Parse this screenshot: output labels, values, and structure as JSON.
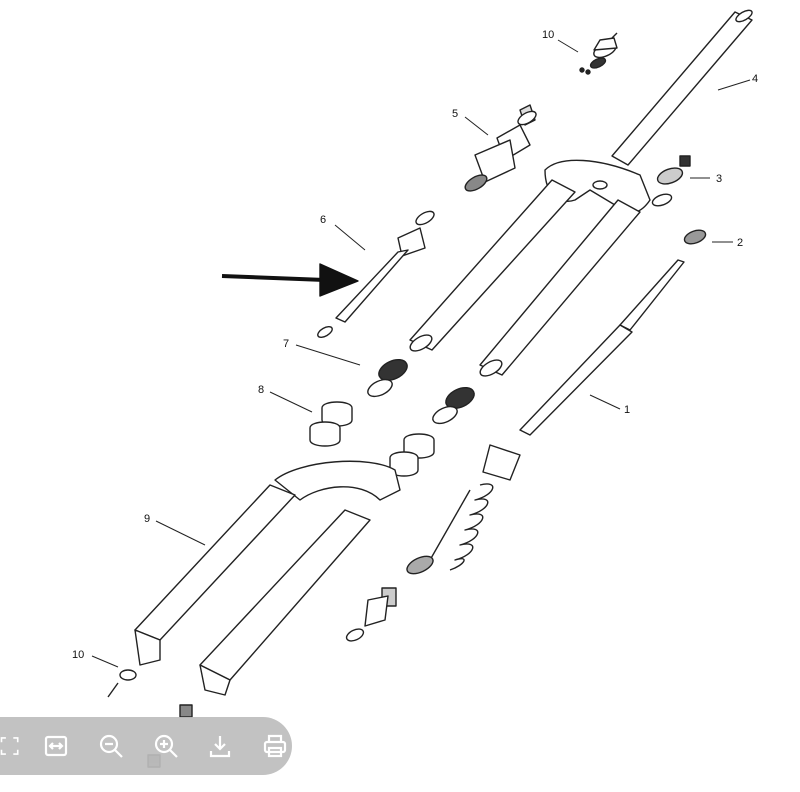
{
  "diagram": {
    "callouts": [
      "1",
      "2",
      "3",
      "4",
      "5",
      "6",
      "7",
      "8",
      "9",
      "10",
      "10"
    ]
  },
  "toolbar": {
    "buttons": [
      {
        "icon": "fit-screen-icon"
      },
      {
        "icon": "fit-width-icon"
      },
      {
        "icon": "zoom-out-icon"
      },
      {
        "icon": "zoom-in-icon"
      },
      {
        "icon": "download-icon"
      },
      {
        "icon": "print-icon"
      }
    ],
    "icon_color": "#ffffff",
    "background": "#bdbdbd"
  }
}
